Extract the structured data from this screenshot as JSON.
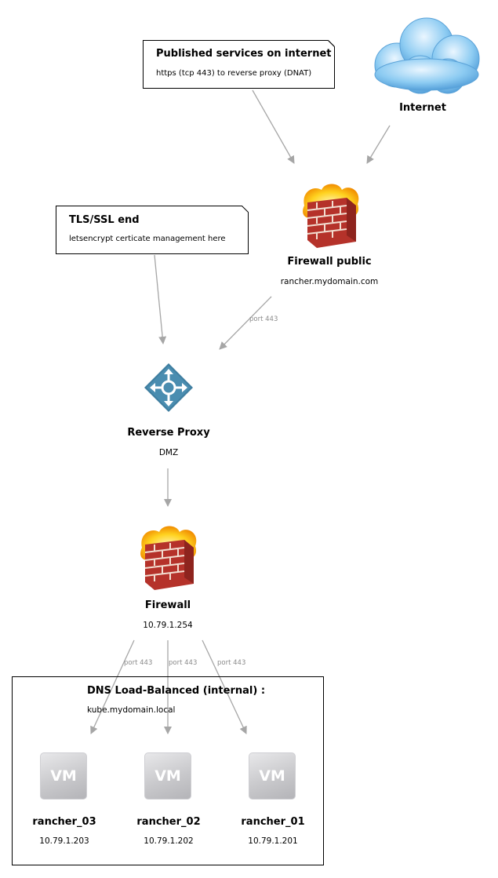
{
  "notes": {
    "published": {
      "title": "Published services on internet",
      "text": "https (tcp 443) to reverse proxy (DNAT)"
    },
    "tls": {
      "title": "TLS/SSL end",
      "text": "letsencrypt certicate management here"
    }
  },
  "nodes": {
    "internet": {
      "title": "Internet",
      "icon": "cloud-icon"
    },
    "firewall_public": {
      "title": "Firewall public",
      "subtitle": "rancher.mydomain.com",
      "icon": "firewall-icon"
    },
    "reverse_proxy": {
      "title": "Reverse Proxy",
      "subtitle": "DMZ",
      "icon": "router-icon"
    },
    "firewall": {
      "title": "Firewall",
      "subtitle": "10.79.1.254",
      "icon": "firewall-icon"
    }
  },
  "edge_labels": {
    "fw_public_to_proxy": "port 443",
    "fw_to_rancher_03": "port 443",
    "fw_to_rancher_02": "port 443",
    "fw_to_rancher_01": "port 443"
  },
  "group": {
    "title": "DNS Load-Balanced (internal) :",
    "subtitle": "kube.mydomain.local",
    "vms": [
      {
        "label": "VM",
        "name": "rancher_03",
        "ip": "10.79.1.203"
      },
      {
        "label": "VM",
        "name": "rancher_02",
        "ip": "10.79.1.202"
      },
      {
        "label": "VM",
        "name": "rancher_01",
        "ip": "10.79.1.201"
      }
    ]
  },
  "colors": {
    "edge": "#a6a6a6",
    "router": "#3f7ea0",
    "cloud": "#6fb3e8",
    "brick": "#c0392b",
    "flame": "#f5b400"
  }
}
